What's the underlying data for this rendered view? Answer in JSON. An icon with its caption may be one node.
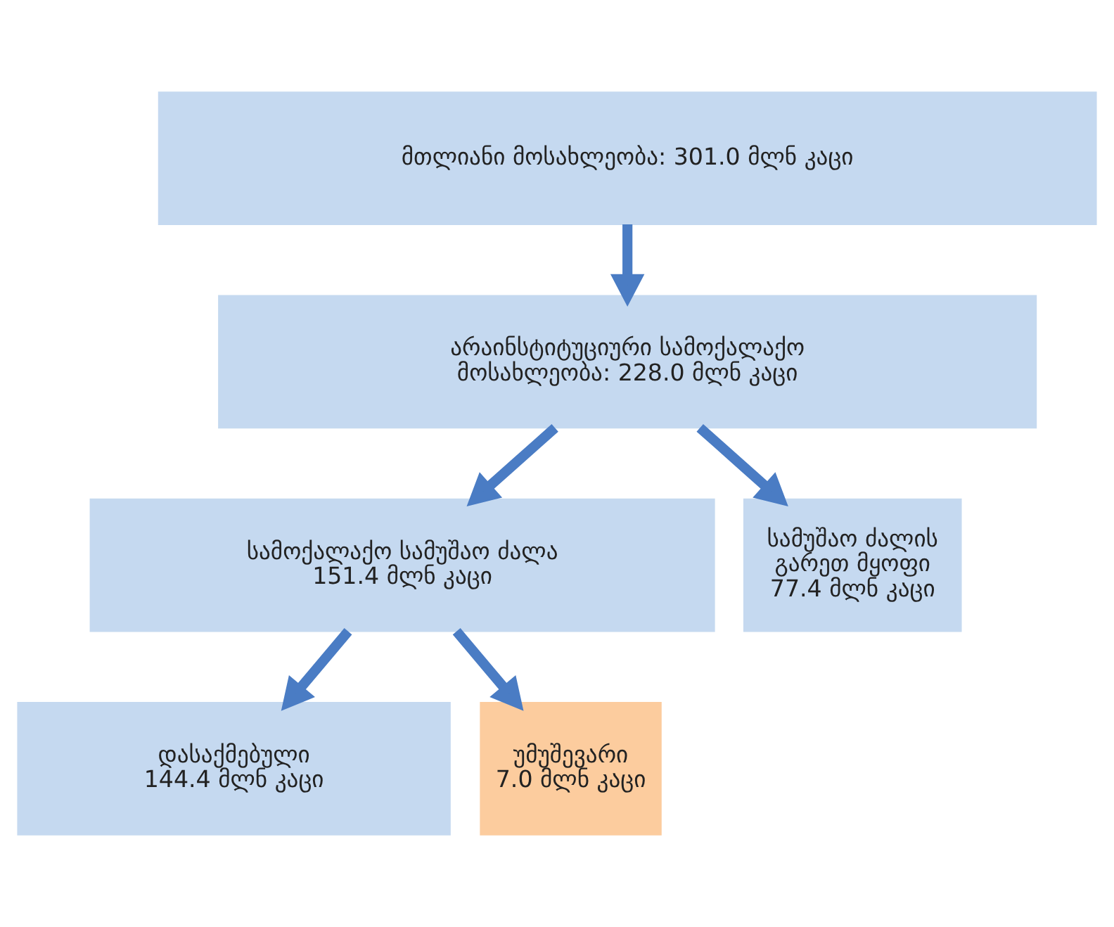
{
  "diagram": {
    "nodes": [
      {
        "text": [
          "მთლიანი მოსახლეობა: 301.0 მლნ კაცი"
        ]
      },
      {
        "text": [
          "არაინსტიტუციური სამოქალაქო მოსახლეობა: 228.0 მლნ კაცი"
        ]
      },
      {
        "text": [
          "სამოქალაქო სამუშაო ძალა 151.4 მლნ კაცი"
        ]
      },
      {
        "text": [
          "სამუშაო ძალის გარეთ მყოფი 77.4 მლნ კაცი"
        ]
      },
      {
        "text": [
          "დასაქმებული 144.4 მლნ კაცი"
        ]
      },
      {
        "text": [
          "უმუშევარი 7.0 მლნ კაცი"
        ]
      }
    ],
    "edges": [
      {
        "from": 0,
        "to": 1,
        "arrow": "to"
      },
      {
        "from": 1,
        "to": 2,
        "arrow": "to"
      },
      {
        "from": 1,
        "to": 3,
        "arrow": "to"
      },
      {
        "from": 2,
        "to": 4,
        "arrow": "to"
      },
      {
        "from": 2,
        "to": 5,
        "arrow": "to"
      }
    ]
  }
}
